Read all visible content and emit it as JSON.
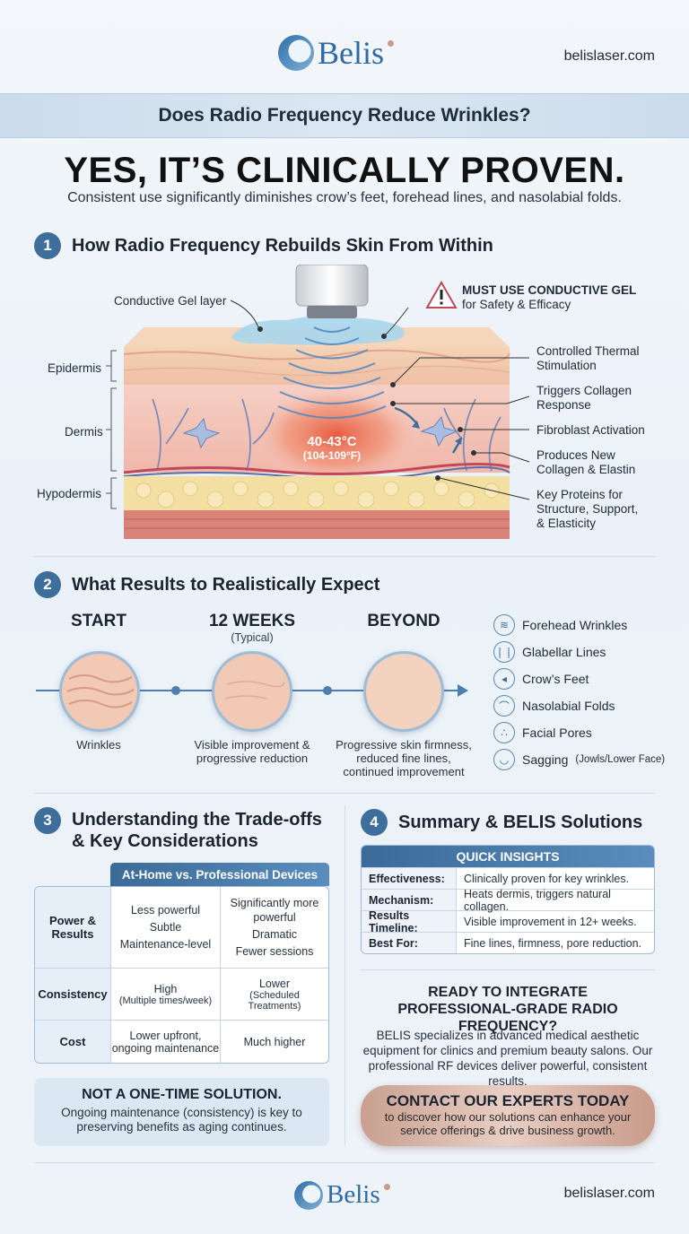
{
  "header": {
    "brand": "Belis",
    "site": "belislaser.com"
  },
  "title_bar": "Does Radio Frequency Reduce Wrinkles?",
  "hero": {
    "title": "YES, IT’S CLINICALLY PROVEN.",
    "subtitle": "Consistent use significantly diminishes crow’s feet, forehead lines, and nasolabial folds."
  },
  "section1": {
    "number": "1",
    "heading": "How Radio Frequency Rebuilds Skin From Within",
    "gel_label": "Conductive Gel layer",
    "warning_bold": "MUST USE CONDUCTIVE GEL",
    "warning_text": "for Safety & Efficacy",
    "layers": [
      "Epidermis",
      "Dermis",
      "Hypodermis"
    ],
    "temp_c": "40-43°C",
    "temp_f": "(104-109°F)",
    "callouts": [
      [
        "Controlled Thermal",
        "Stimulation"
      ],
      [
        "Triggers Collagen",
        "Response"
      ],
      [
        "Fibroblast Activation"
      ],
      [
        "Produces New",
        "Collagen & Elastin"
      ],
      [
        "Key Proteins for",
        "Structure, Support,",
        "& Elasticity"
      ]
    ]
  },
  "section2": {
    "number": "2",
    "heading": "What Results to Realistically Expect",
    "stages": [
      {
        "title": "START",
        "sub": "",
        "caption": [
          "Wrinkles"
        ]
      },
      {
        "title": "12 WEEKS",
        "sub": "(Typical)",
        "caption": [
          "Visible improvement &",
          "progressive reduction"
        ]
      },
      {
        "title": "BEYOND",
        "sub": "",
        "caption": [
          "Progressive skin firmness,",
          "reduced fine lines,",
          "continued improvement"
        ]
      }
    ],
    "areas": [
      {
        "icon": "forehead-icon",
        "label": "Forehead Wrinkles",
        "note": ""
      },
      {
        "icon": "glabella-icon",
        "label": "Glabellar Lines",
        "note": ""
      },
      {
        "icon": "eye-icon",
        "label": "Crow’s Feet",
        "note": ""
      },
      {
        "icon": "nose-icon",
        "label": "Nasolabial Folds",
        "note": ""
      },
      {
        "icon": "pores-icon",
        "label": "Facial Pores",
        "note": ""
      },
      {
        "icon": "jaw-icon",
        "label": "Sagging",
        "note": "(Jowls/Lower Face)"
      }
    ]
  },
  "section3": {
    "number": "3",
    "heading_line1": "Understanding the Trade-offs",
    "heading_line2": "& Key Considerations",
    "table_title": "At-Home vs. Professional Devices",
    "rows": [
      {
        "label": [
          "Power &",
          "Results"
        ],
        "home": [
          "Less powerful",
          "Subtle",
          "Maintenance-level"
        ],
        "pro": [
          "Significantly more",
          "powerful",
          "Dramatic",
          "Fewer sessions"
        ]
      },
      {
        "label": [
          "Consistency"
        ],
        "home": [
          "High",
          "(Multiple times/week)"
        ],
        "pro": [
          "Lower",
          "(Scheduled",
          "Treatments)"
        ]
      },
      {
        "label": [
          "Cost"
        ],
        "home": [
          "Lower upfront,",
          "ongoing maintenance"
        ],
        "pro": [
          "Much higher"
        ]
      }
    ],
    "note_title": "NOT A ONE-TIME SOLUTION.",
    "note_text": [
      "Ongoing maintenance (consistency) is key to",
      "preserving benefits as aging continues."
    ]
  },
  "section4": {
    "number": "4",
    "heading": "Summary & BELIS Solutions",
    "quick_title": "QUICK INSIGHTS",
    "insights": [
      {
        "k": "Effectiveness:",
        "v": "Clinically proven for key wrinkles."
      },
      {
        "k": "Mechanism:",
        "v": "Heats dermis, triggers natural collagen."
      },
      {
        "k": "Results Timeline:",
        "v": "Visible improvement in 12+ weeks."
      },
      {
        "k": "Best For:",
        "v": "Fine lines, firmness, pore reduction."
      }
    ],
    "cta_title": [
      "READY TO INTEGRATE",
      "PROFESSIONAL-GRADE RADIO FREQUENCY?"
    ],
    "cta_text": [
      "BELIS specializes in advanced medical aesthetic",
      "equipment for clinics and premium beauty salons. Our",
      "professional RF devices deliver powerful, consistent results."
    ],
    "button_title": "CONTACT OUR EXPERTS TODAY",
    "button_text": [
      "to discover how our solutions can enhance your",
      "service offerings & drive business growth."
    ]
  },
  "footer": {
    "brand": "Belis",
    "site": "belislaser.com"
  },
  "colors": {
    "accent": "#3d6e9c",
    "tissue": "#f2c6b8",
    "fat": "#f4dfa3",
    "heat": "#e8553a",
    "cta": "#d9b3a5"
  }
}
